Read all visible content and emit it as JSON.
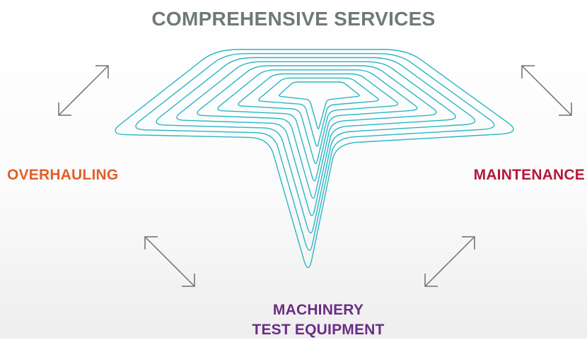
{
  "title": "COMPREHENSIVE SERVICES",
  "labels": {
    "left": "OVERHAULING",
    "right": "MAINTENANCE",
    "bottom_line1": "MACHINERY",
    "bottom_line2": "TEST EQUIPMENT"
  },
  "colors": {
    "title": "#6f7a78",
    "left": "#e35e2a",
    "right": "#b5173a",
    "bottom": "#6a2d86",
    "contour": "#29b6c4",
    "arrow": "#6f6f6f"
  },
  "icons": {
    "logo": "contour-t-logo",
    "arrows": "double-arrow-icon"
  }
}
